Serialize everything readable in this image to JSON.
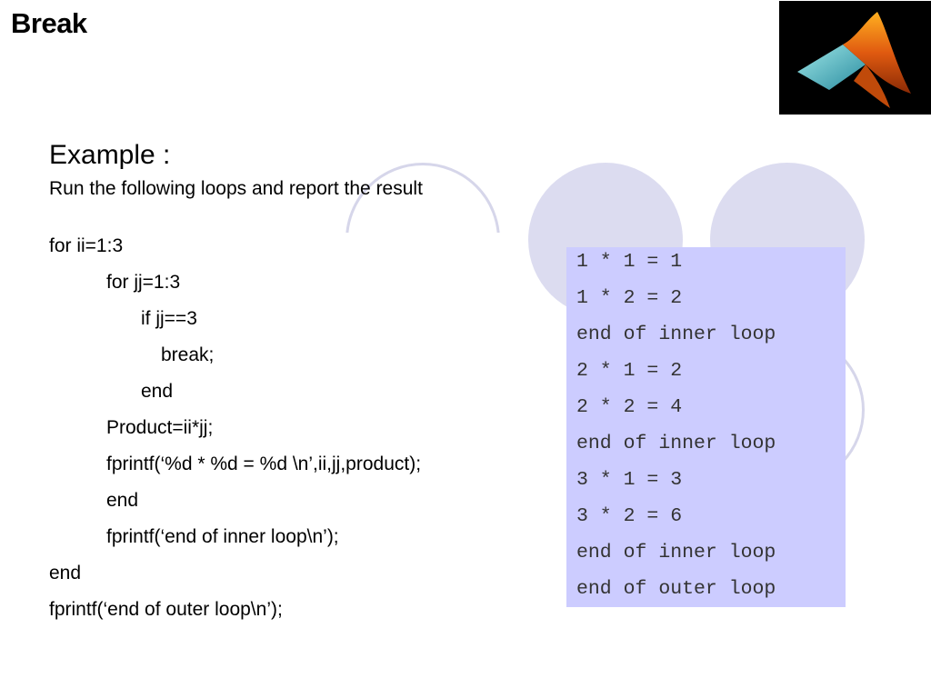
{
  "title": "Break",
  "example": {
    "heading": "Example :",
    "subtitle": "Run the following loops and report the result"
  },
  "code": [
    "for ii=1:3",
    "for jj=1:3",
    "if jj==3",
    "break;",
    "end",
    "Product=ii*jj;",
    "fprintf(‘%d * %d = %d \\n’,ii,jj,product);",
    "end",
    "fprintf(‘end of inner loop\\n’);",
    "end",
    "fprintf(‘end of outer loop\\n’);"
  ],
  "output": [
    "1 * 1 = 1",
    "1 * 2 = 2",
    "end of inner loop",
    "2 * 1 = 2",
    "2 * 2 = 4",
    "end of inner loop",
    "3 * 1 = 3",
    "3 * 2 = 6",
    "end of inner loop",
    "end of outer loop"
  ],
  "colors": {
    "output_background": "#ccccff",
    "decorative_circles": "#dcdcf0"
  },
  "icons": {
    "logo": "matlab-membrane-logo"
  }
}
